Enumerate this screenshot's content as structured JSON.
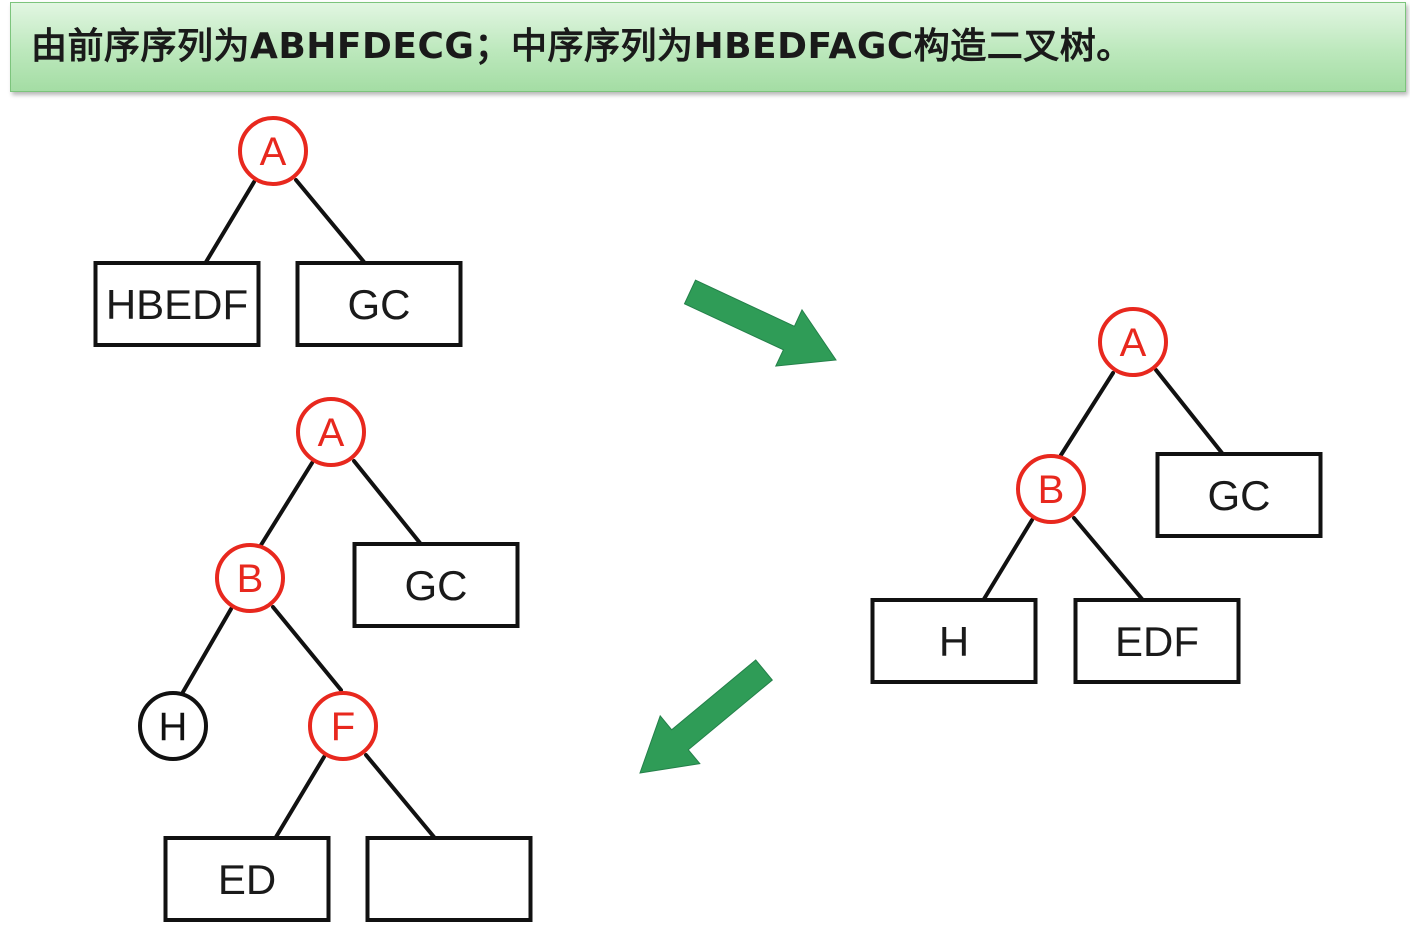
{
  "title": "由前序序列为ABHFDECG；中序序列为HBEDFAGC构造二叉树。",
  "colors": {
    "node_red": "#e8281e",
    "node_black": "#111111",
    "arrow_green": "#2f9c57",
    "banner_green": "#bce8bc"
  },
  "trees": [
    {
      "id": "step1",
      "nodes": [
        {
          "label": "A",
          "kind": "circle",
          "color": "red"
        },
        {
          "label": "HBEDF",
          "kind": "box"
        },
        {
          "label": "GC",
          "kind": "box"
        }
      ]
    },
    {
      "id": "step2",
      "nodes": [
        {
          "label": "A",
          "kind": "circle",
          "color": "red"
        },
        {
          "label": "B",
          "kind": "circle",
          "color": "red"
        },
        {
          "label": "GC",
          "kind": "box"
        },
        {
          "label": "H",
          "kind": "box"
        },
        {
          "label": "EDF",
          "kind": "box"
        }
      ]
    },
    {
      "id": "step3",
      "nodes": [
        {
          "label": "A",
          "kind": "circle",
          "color": "red"
        },
        {
          "label": "B",
          "kind": "circle",
          "color": "red"
        },
        {
          "label": "GC",
          "kind": "box"
        },
        {
          "label": "H",
          "kind": "circle",
          "color": "black"
        },
        {
          "label": "F",
          "kind": "circle",
          "color": "red"
        },
        {
          "label": "ED",
          "kind": "box"
        },
        {
          "label": "",
          "kind": "box"
        }
      ]
    }
  ],
  "arrows": [
    {
      "from": "step1",
      "to": "step2",
      "icon": "arrow-down-right-icon"
    },
    {
      "from": "step2",
      "to": "step3",
      "icon": "arrow-down-left-icon"
    }
  ]
}
